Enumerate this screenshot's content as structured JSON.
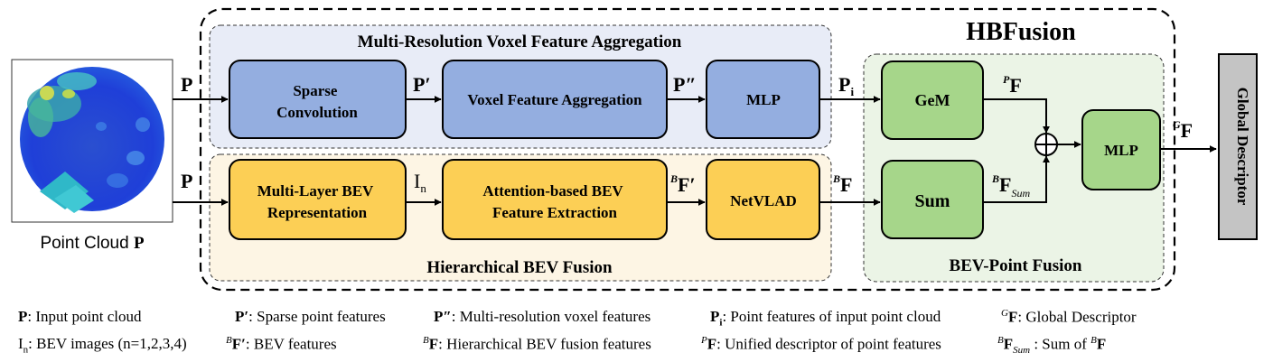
{
  "title": "HBFusion",
  "groups": {
    "multires": "Multi-Resolution Voxel Feature Aggregation",
    "hier": "Hierarchical BEV Fusion",
    "bevpoint": "BEV-Point Fusion"
  },
  "input": {
    "caption_text": "Point Cloud",
    "caption_symbol": "P"
  },
  "nodes": {
    "sparse_conv": [
      "Sparse",
      "Convolution"
    ],
    "voxel_agg": "Voxel Feature Aggregation",
    "mlp_top": "MLP",
    "multi_layer_bev": [
      "Multi-Layer BEV",
      "Representation"
    ],
    "attention_bev": [
      "Attention-based BEV",
      "Feature Extraction"
    ],
    "netvlad": "NetVLAD",
    "gem": "GeM",
    "sum": "Sum",
    "mlp_right": "MLP",
    "global_descriptor": "Global Descriptor"
  },
  "edge_labels": {
    "p_top": "P",
    "p_bottom": "P",
    "p_prime": "P′",
    "p_double_prime": "P″",
    "p_i": {
      "base": "P",
      "sub": "i"
    },
    "i_n": {
      "base": "I",
      "sub": "n"
    },
    "bf_prime": {
      "sup": "B",
      "base": "F′"
    },
    "bf": {
      "sup": "B",
      "base": "F"
    },
    "pf": {
      "sup": "P",
      "base": "F"
    },
    "bf_sum": {
      "sup": "B",
      "base": "F",
      "sub": "Sum"
    },
    "gf": {
      "sup": "G",
      "base": "F"
    }
  },
  "legend": {
    "row1": [
      {
        "sym": "P",
        "desc": ": Input point cloud"
      },
      {
        "sym": "P′",
        "desc": ": Sparse point features"
      },
      {
        "sym": "P″",
        "desc": ": Multi-resolution voxel features"
      },
      {
        "sym": "P",
        "sub": "i",
        "desc": ": Point features of input point cloud"
      },
      {
        "sup": "G",
        "sym": "F",
        "desc": ": Global Descriptor"
      }
    ],
    "row2": [
      {
        "sym_plain": "I",
        "sub": "n",
        "desc": ": BEV images (n=1,2,3,4)"
      },
      {
        "sup": "B",
        "sym": "F′",
        "desc": ": BEV features"
      },
      {
        "sup": "B",
        "sym": "F",
        "desc": ": Hierarchical BEV fusion features"
      },
      {
        "sup": "P",
        "sym": "F",
        "desc": ": Unified descriptor of point features"
      },
      {
        "sup": "B",
        "sym": "F",
        "sub": "Sum",
        "desc": " : Sum of ",
        "tail_sup": "B",
        "tail_sym": "F"
      }
    ]
  }
}
